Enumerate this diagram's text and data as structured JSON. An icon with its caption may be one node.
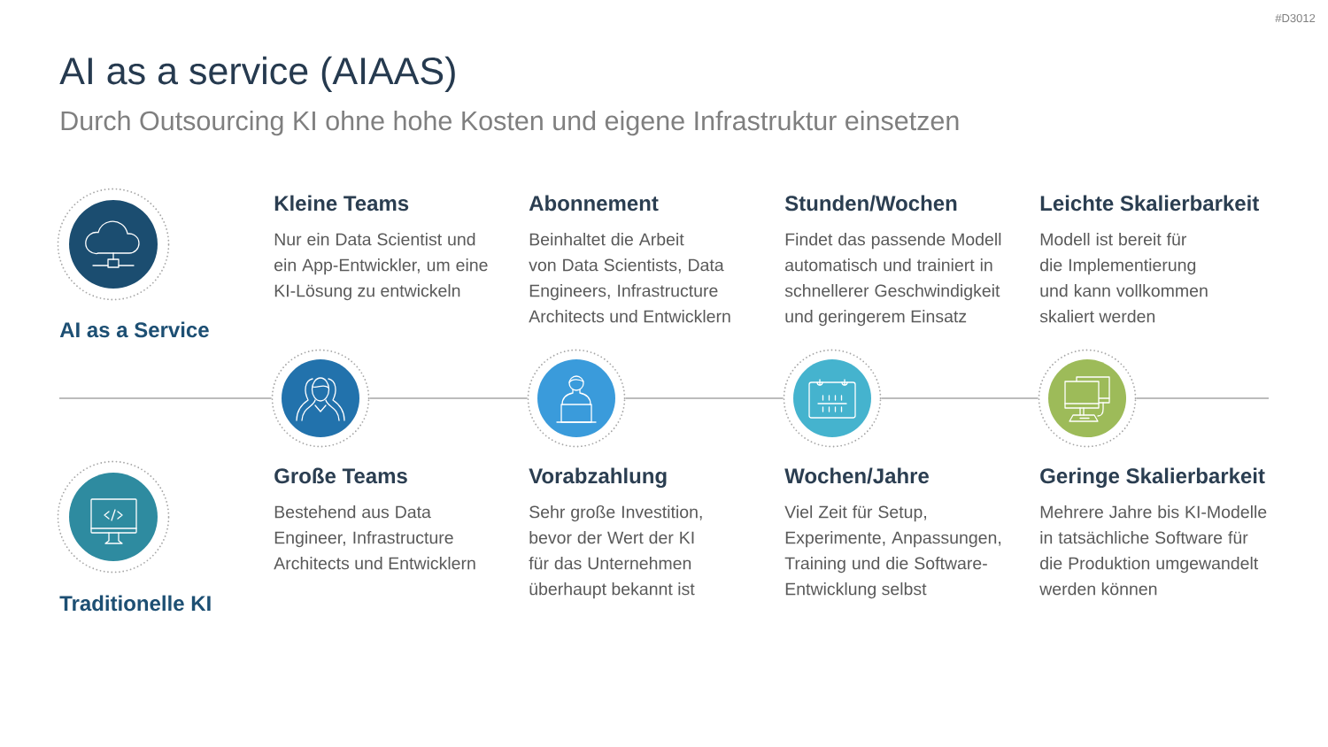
{
  "diagram": {
    "title": "AI as a service (AIAAS)",
    "nodes": [
      {
        "text": [
          "AI as a Service"
        ]
      },
      {
        "text": [],
        "shape": "circle",
        "beside": [
          "Kleine Teams",
          "Nur ein Data Scientist und ein App-Entwickler, um eine KI-Lösung zu entwickeln",
          "Große Teams",
          "Bestehend aus Data Engineer, Infrastructure Architects und Entwicklern"
        ]
      },
      {
        "text": [],
        "shape": "circle",
        "beside": [
          "Abonnement",
          "Beinhaltet die Arbeit von Data Scientists, Data Engineers, Infrastructure Architects und Entwicklern",
          "Vorabzahlung",
          "Sehr große Investition, bevor der Wert der KI für das Unternehmen überhaupt bekannt ist"
        ]
      },
      {
        "text": [],
        "shape": "circle",
        "beside": [
          "Stunden/Wochen",
          "Findet das passende Modell automatisch und trainiert in schnellerer Geschwindigkeit und geringerem Einsatz",
          "Wochen/Jahre",
          "Viel Zeit für Setup, Experimente, Anpassungen, Training und die Software-Entwicklung selbst"
        ]
      },
      {
        "text": [],
        "shape": "circle",
        "beside": [
          "Leichte Skalierbarkeit",
          "Modell ist bereit für die Implementierung und kann vollkommen skaliert werden",
          "Geringe Skalierbarkeit",
          "Mehrere Jahre bis KI-Modelle in tatsächliche Software für die Produktion umgewandelt werden können"
        ]
      },
      {
        "text": [
          "Traditionelle KI"
        ]
      }
    ],
    "edges": [
      {
        "from": null,
        "to": 1,
        "arrow": "none"
      },
      {
        "from": 1,
        "to": 2,
        "arrow": "none"
      },
      {
        "from": 2,
        "to": 3,
        "arrow": "none"
      },
      {
        "from": 3,
        "to": 4,
        "arrow": "none"
      },
      {
        "from": 4,
        "to": null,
        "arrow": "none"
      }
    ],
    "labels": [
      "#D3012",
      "Durch Outsourcing KI ohne hohe Kosten und eigene Infrastruktur einsetzen"
    ]
  }
}
